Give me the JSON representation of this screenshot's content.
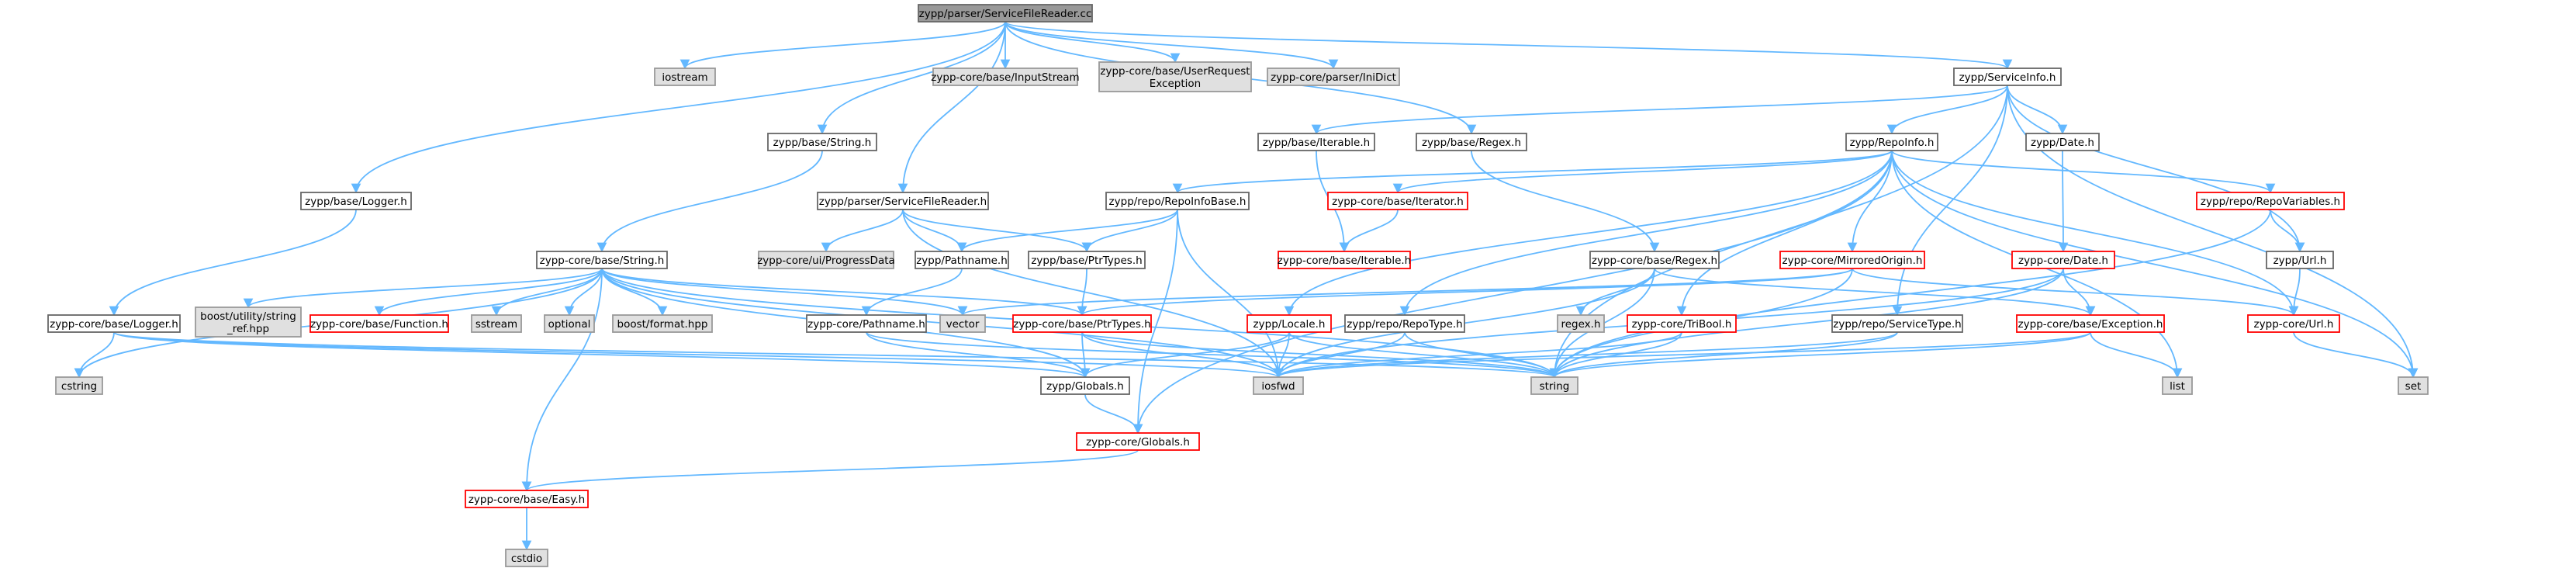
{
  "diagram": {
    "title": "zypp/parser/ServiceFileReader.cc",
    "colors": {
      "root_fill": "#999999",
      "root_border": "#666666",
      "doc_fill": "#ffffff",
      "doc_border": "#666666",
      "external_fill": "#e0e0e0",
      "external_border": "#999999",
      "truncated_fill": "#ffffff",
      "truncated_border": "#ff0000",
      "edge": "#63b8ff"
    },
    "nodes": [
      {
        "id": "root",
        "kind": "root",
        "label": "zypp/parser/ServiceFileReader.cc"
      },
      {
        "id": "iostream",
        "kind": "external",
        "label": "iostream"
      },
      {
        "id": "inputstream",
        "kind": "external",
        "label": "zypp-core/base/InputStream"
      },
      {
        "id": "userrequest",
        "kind": "external",
        "label": [
          "zypp-core/base/UserRequest",
          "Exception"
        ]
      },
      {
        "id": "inidict",
        "kind": "external",
        "label": "zypp-core/parser/IniDict"
      },
      {
        "id": "serviceinfo",
        "kind": "doc",
        "label": "zypp/ServiceInfo.h"
      },
      {
        "id": "string_h",
        "kind": "doc",
        "label": "zypp/base/String.h"
      },
      {
        "id": "logger_h",
        "kind": "doc",
        "label": "zypp/base/Logger.h"
      },
      {
        "id": "sfr_h",
        "kind": "doc",
        "label": "zypp/parser/ServiceFileReader.h"
      },
      {
        "id": "regex_h",
        "kind": "doc",
        "label": "zypp/base/Regex.h"
      },
      {
        "id": "iterable_h",
        "kind": "doc",
        "label": "zypp/base/Iterable.h"
      },
      {
        "id": "repoinfo",
        "kind": "doc",
        "label": "zypp/RepoInfo.h"
      },
      {
        "id": "date_h",
        "kind": "doc",
        "label": "zypp/Date.h"
      },
      {
        "id": "core_string",
        "kind": "doc",
        "label": "zypp-core/base/String.h"
      },
      {
        "id": "progressdata",
        "kind": "external",
        "label": "zypp-core/ui/ProgressData"
      },
      {
        "id": "pathname_h",
        "kind": "doc",
        "label": "zypp/Pathname.h"
      },
      {
        "id": "ptrtypes_h",
        "kind": "doc",
        "label": "zypp/base/PtrTypes.h"
      },
      {
        "id": "repoinfobase",
        "kind": "doc",
        "label": "zypp/repo/RepoInfoBase.h"
      },
      {
        "id": "core_iterator",
        "kind": "truncated",
        "label": "zypp-core/base/Iterator.h"
      },
      {
        "id": "core_iterable",
        "kind": "truncated",
        "label": "zypp-core/base/Iterable.h"
      },
      {
        "id": "core_regex",
        "kind": "doc",
        "label": "zypp-core/base/Regex.h"
      },
      {
        "id": "core_mirrored",
        "kind": "truncated",
        "label": "zypp-core/MirroredOrigin.h"
      },
      {
        "id": "repovariables",
        "kind": "truncated",
        "label": "zypp/repo/RepoVariables.h"
      },
      {
        "id": "core_date",
        "kind": "truncated",
        "label": "zypp-core/Date.h"
      },
      {
        "id": "url_h",
        "kind": "doc",
        "label": "zypp/Url.h"
      },
      {
        "id": "core_logger",
        "kind": "doc",
        "label": "zypp-core/base/Logger.h"
      },
      {
        "id": "boost_string_ref",
        "kind": "external",
        "label": [
          "boost/utility/string",
          "_ref.hpp"
        ]
      },
      {
        "id": "core_function",
        "kind": "truncated",
        "label": "zypp-core/base/Function.h"
      },
      {
        "id": "sstream",
        "kind": "external",
        "label": "sstream"
      },
      {
        "id": "optional",
        "kind": "external",
        "label": "optional"
      },
      {
        "id": "boost_format",
        "kind": "external",
        "label": "boost/format.hpp"
      },
      {
        "id": "core_pathname",
        "kind": "doc",
        "label": "zypp-core/Pathname.h"
      },
      {
        "id": "vector",
        "kind": "external",
        "label": "vector"
      },
      {
        "id": "core_ptrtypes",
        "kind": "truncated",
        "label": "zypp-core/base/PtrTypes.h"
      },
      {
        "id": "locale_h",
        "kind": "truncated",
        "label": "zypp/Locale.h"
      },
      {
        "id": "repotype",
        "kind": "doc",
        "label": "zypp/repo/RepoType.h"
      },
      {
        "id": "regex_sys",
        "kind": "external",
        "label": "regex.h"
      },
      {
        "id": "tribool",
        "kind": "truncated",
        "label": "zypp-core/TriBool.h"
      },
      {
        "id": "servicetype",
        "kind": "doc",
        "label": "zypp/repo/ServiceType.h"
      },
      {
        "id": "core_exception",
        "kind": "truncated",
        "label": "zypp-core/base/Exception.h"
      },
      {
        "id": "core_url",
        "kind": "truncated",
        "label": "zypp-core/Url.h"
      },
      {
        "id": "cstring",
        "kind": "external",
        "label": "cstring"
      },
      {
        "id": "globals_h",
        "kind": "doc",
        "label": "zypp/Globals.h"
      },
      {
        "id": "iosfwd",
        "kind": "external",
        "label": "iosfwd"
      },
      {
        "id": "string_sys",
        "kind": "external",
        "label": "string"
      },
      {
        "id": "list_sys",
        "kind": "external",
        "label": "list"
      },
      {
        "id": "set_sys",
        "kind": "external",
        "label": "set"
      },
      {
        "id": "core_globals",
        "kind": "truncated",
        "label": "zypp-core/Globals.h"
      },
      {
        "id": "core_easy",
        "kind": "truncated",
        "label": "zypp-core/base/Easy.h"
      },
      {
        "id": "cstdio",
        "kind": "external",
        "label": "cstdio"
      }
    ],
    "edges": [
      [
        "root",
        "iostream"
      ],
      [
        "root",
        "inputstream"
      ],
      [
        "root",
        "userrequest"
      ],
      [
        "root",
        "inidict"
      ],
      [
        "root",
        "serviceinfo"
      ],
      [
        "root",
        "string_h"
      ],
      [
        "root",
        "logger_h"
      ],
      [
        "root",
        "sfr_h"
      ],
      [
        "root",
        "regex_h"
      ],
      [
        "serviceinfo",
        "iterable_h"
      ],
      [
        "serviceinfo",
        "repoinfo"
      ],
      [
        "serviceinfo",
        "date_h"
      ],
      [
        "serviceinfo",
        "servicetype"
      ],
      [
        "serviceinfo",
        "url_h"
      ],
      [
        "serviceinfo",
        "set_sys"
      ],
      [
        "serviceinfo",
        "string_sys"
      ],
      [
        "string_h",
        "core_string"
      ],
      [
        "logger_h",
        "core_logger"
      ],
      [
        "sfr_h",
        "progressdata"
      ],
      [
        "sfr_h",
        "pathname_h"
      ],
      [
        "sfr_h",
        "ptrtypes_h"
      ],
      [
        "sfr_h",
        "iosfwd"
      ],
      [
        "regex_h",
        "core_regex"
      ],
      [
        "iterable_h",
        "core_iterable"
      ],
      [
        "repoinfo",
        "repoinfobase"
      ],
      [
        "repoinfo",
        "core_iterator"
      ],
      [
        "repoinfo",
        "core_mirrored"
      ],
      [
        "repoinfo",
        "repovariables"
      ],
      [
        "repoinfo",
        "locale_h"
      ],
      [
        "repoinfo",
        "repotype"
      ],
      [
        "repoinfo",
        "tribool"
      ],
      [
        "repoinfo",
        "list_sys"
      ],
      [
        "repoinfo",
        "set_sys"
      ],
      [
        "repoinfo",
        "core_url"
      ],
      [
        "repoinfo",
        "core_globals"
      ],
      [
        "date_h",
        "core_date"
      ],
      [
        "core_string",
        "boost_string_ref"
      ],
      [
        "core_string",
        "core_function"
      ],
      [
        "core_string",
        "sstream"
      ],
      [
        "core_string",
        "optional"
      ],
      [
        "core_string",
        "boost_format"
      ],
      [
        "core_string",
        "vector"
      ],
      [
        "core_string",
        "core_ptrtypes"
      ],
      [
        "core_string",
        "cstring"
      ],
      [
        "core_string",
        "globals_h"
      ],
      [
        "core_string",
        "iosfwd"
      ],
      [
        "core_string",
        "string_sys"
      ],
      [
        "core_string",
        "core_easy"
      ],
      [
        "pathname_h",
        "core_pathname"
      ],
      [
        "ptrtypes_h",
        "core_ptrtypes"
      ],
      [
        "repoinfobase",
        "pathname_h"
      ],
      [
        "repoinfobase",
        "ptrtypes_h"
      ],
      [
        "repoinfobase",
        "iosfwd"
      ],
      [
        "repoinfobase",
        "core_globals"
      ],
      [
        "core_iterator",
        "core_iterable"
      ],
      [
        "core_regex",
        "regex_sys"
      ],
      [
        "core_regex",
        "core_exception"
      ],
      [
        "core_regex",
        "iosfwd"
      ],
      [
        "core_regex",
        "string_sys"
      ],
      [
        "core_mirrored",
        "vector"
      ],
      [
        "core_mirrored",
        "core_url"
      ],
      [
        "core_mirrored",
        "core_ptrtypes"
      ],
      [
        "core_mirrored",
        "string_sys"
      ],
      [
        "repovariables",
        "url_h"
      ],
      [
        "repovariables",
        "string_sys"
      ],
      [
        "core_date",
        "core_exception"
      ],
      [
        "core_date",
        "iosfwd"
      ],
      [
        "core_date",
        "string_sys"
      ],
      [
        "url_h",
        "core_url"
      ],
      [
        "core_logger",
        "cstring"
      ],
      [
        "core_logger",
        "iosfwd"
      ],
      [
        "core_logger",
        "string_sys"
      ],
      [
        "core_logger",
        "globals_h"
      ],
      [
        "core_pathname",
        "globals_h"
      ],
      [
        "core_pathname",
        "string_sys"
      ],
      [
        "core_ptrtypes",
        "globals_h"
      ],
      [
        "core_ptrtypes",
        "iosfwd"
      ],
      [
        "core_ptrtypes",
        "string_sys"
      ],
      [
        "locale_h",
        "globals_h"
      ],
      [
        "locale_h",
        "iosfwd"
      ],
      [
        "locale_h",
        "string_sys"
      ],
      [
        "repotype",
        "iosfwd"
      ],
      [
        "repotype",
        "string_sys"
      ],
      [
        "tribool",
        "iosfwd"
      ],
      [
        "tribool",
        "string_sys"
      ],
      [
        "servicetype",
        "iosfwd"
      ],
      [
        "servicetype",
        "string_sys"
      ],
      [
        "core_exception",
        "iosfwd"
      ],
      [
        "core_exception",
        "string_sys"
      ],
      [
        "core_exception",
        "list_sys"
      ],
      [
        "core_url",
        "set_sys"
      ],
      [
        "globals_h",
        "core_globals"
      ],
      [
        "core_globals",
        "core_easy"
      ],
      [
        "core_easy",
        "cstdio"
      ]
    ]
  }
}
